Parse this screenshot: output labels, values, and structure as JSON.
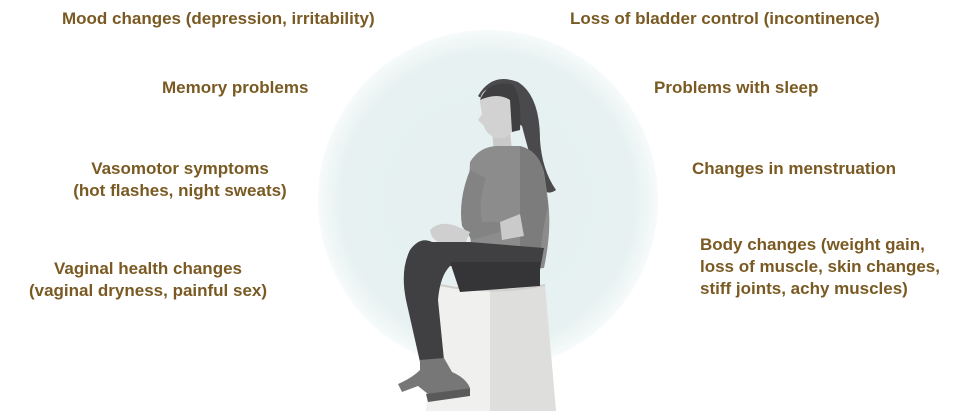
{
  "colors": {
    "label_text": "#7a5a23",
    "circle_fill": "#e7f1f1",
    "circle_edge": "#f3f8f8",
    "stool_light": "#f0f0ef",
    "stool_shadow": "#dcdcdb",
    "shirt": "#8c8c8c",
    "pants": "#404042",
    "hair": "#4a4a4c",
    "skin": "#cfcfcf",
    "shoes": "#777777"
  },
  "left_labels": {
    "mood": [
      "Mood changes (depression, irritability)"
    ],
    "memory": [
      "Memory problems"
    ],
    "vasomotor": [
      "Vasomotor symptoms",
      "(hot flashes, night sweats)"
    ],
    "vaginal": [
      "Vaginal health changes",
      "(vaginal dryness, painful sex)"
    ]
  },
  "right_labels": {
    "bladder": [
      "Loss of bladder control (incontinence)"
    ],
    "sleep": [
      "Problems with sleep"
    ],
    "menstruation": [
      "Changes in menstruation"
    ],
    "body": [
      "Body changes (weight gain,",
      "loss of muscle, skin changes,",
      "stiff joints, achy muscles)"
    ]
  },
  "illustration": {
    "subject": "woman-seated-on-stool",
    "icon": "seated-woman-icon"
  }
}
